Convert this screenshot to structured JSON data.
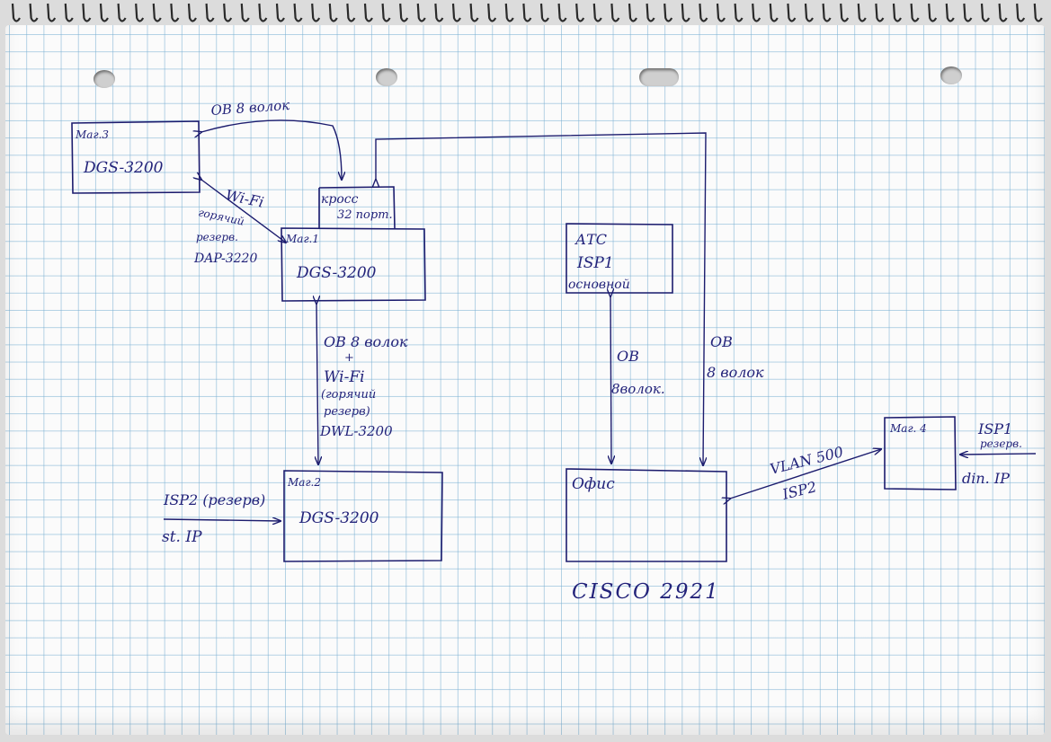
{
  "boxes": {
    "mag3": {
      "title": "Маг.3",
      "model": "DGS-3200"
    },
    "cross": {
      "title": "кросс",
      "ports": "32 порт."
    },
    "mag1": {
      "title": "Маг.1",
      "model": "DGS-3200"
    },
    "mag2": {
      "title": "Маг.2",
      "model": "DGS-3200"
    },
    "atc": {
      "title": "АТС",
      "isp": "ISP1",
      "kind": "основной"
    },
    "office": {
      "title": "Офис",
      "router": "CISCO 2921"
    },
    "mag4": {
      "title": "Маг. 4"
    }
  },
  "links": {
    "fiber_top": "ОВ 8 волок",
    "wifi_mag3": [
      "Wi-Fi",
      "горячий",
      "резерв.",
      "DAP-3220"
    ],
    "mag1_mag2": [
      "ОВ 8 волок",
      "+",
      "Wi-Fi",
      "(горячий",
      "резерв)",
      "DWL-3200"
    ],
    "atc_office": [
      "ОВ",
      "8волок."
    ],
    "cross_office": [
      "ОВ",
      "8 волок"
    ],
    "vlan": [
      "VLAN 500",
      "ISP2"
    ],
    "isp2_in": [
      "ISP2 (резерв)",
      "st. IP"
    ],
    "isp1_in": [
      "ISP1",
      "резерв.",
      "din. IP"
    ]
  },
  "colors": {
    "ink": "#1c1c6e",
    "grid": "#78afd2",
    "paper": "#fbfbfb"
  }
}
